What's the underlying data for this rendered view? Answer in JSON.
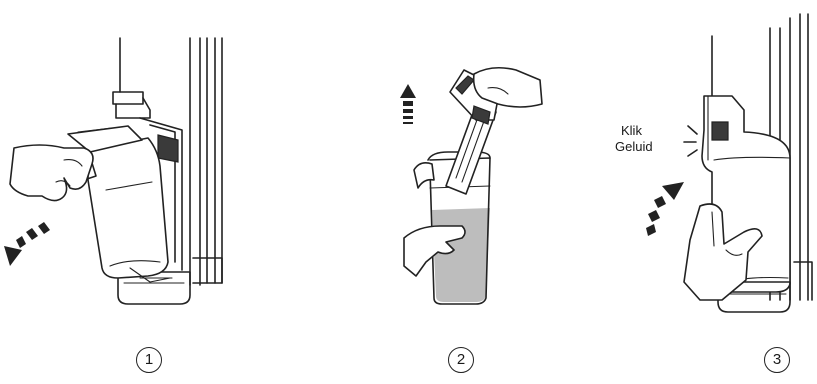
{
  "sound_label": {
    "line1": "Klik",
    "line2": "Geluid"
  },
  "steps": [
    "1",
    "2",
    "3"
  ]
}
